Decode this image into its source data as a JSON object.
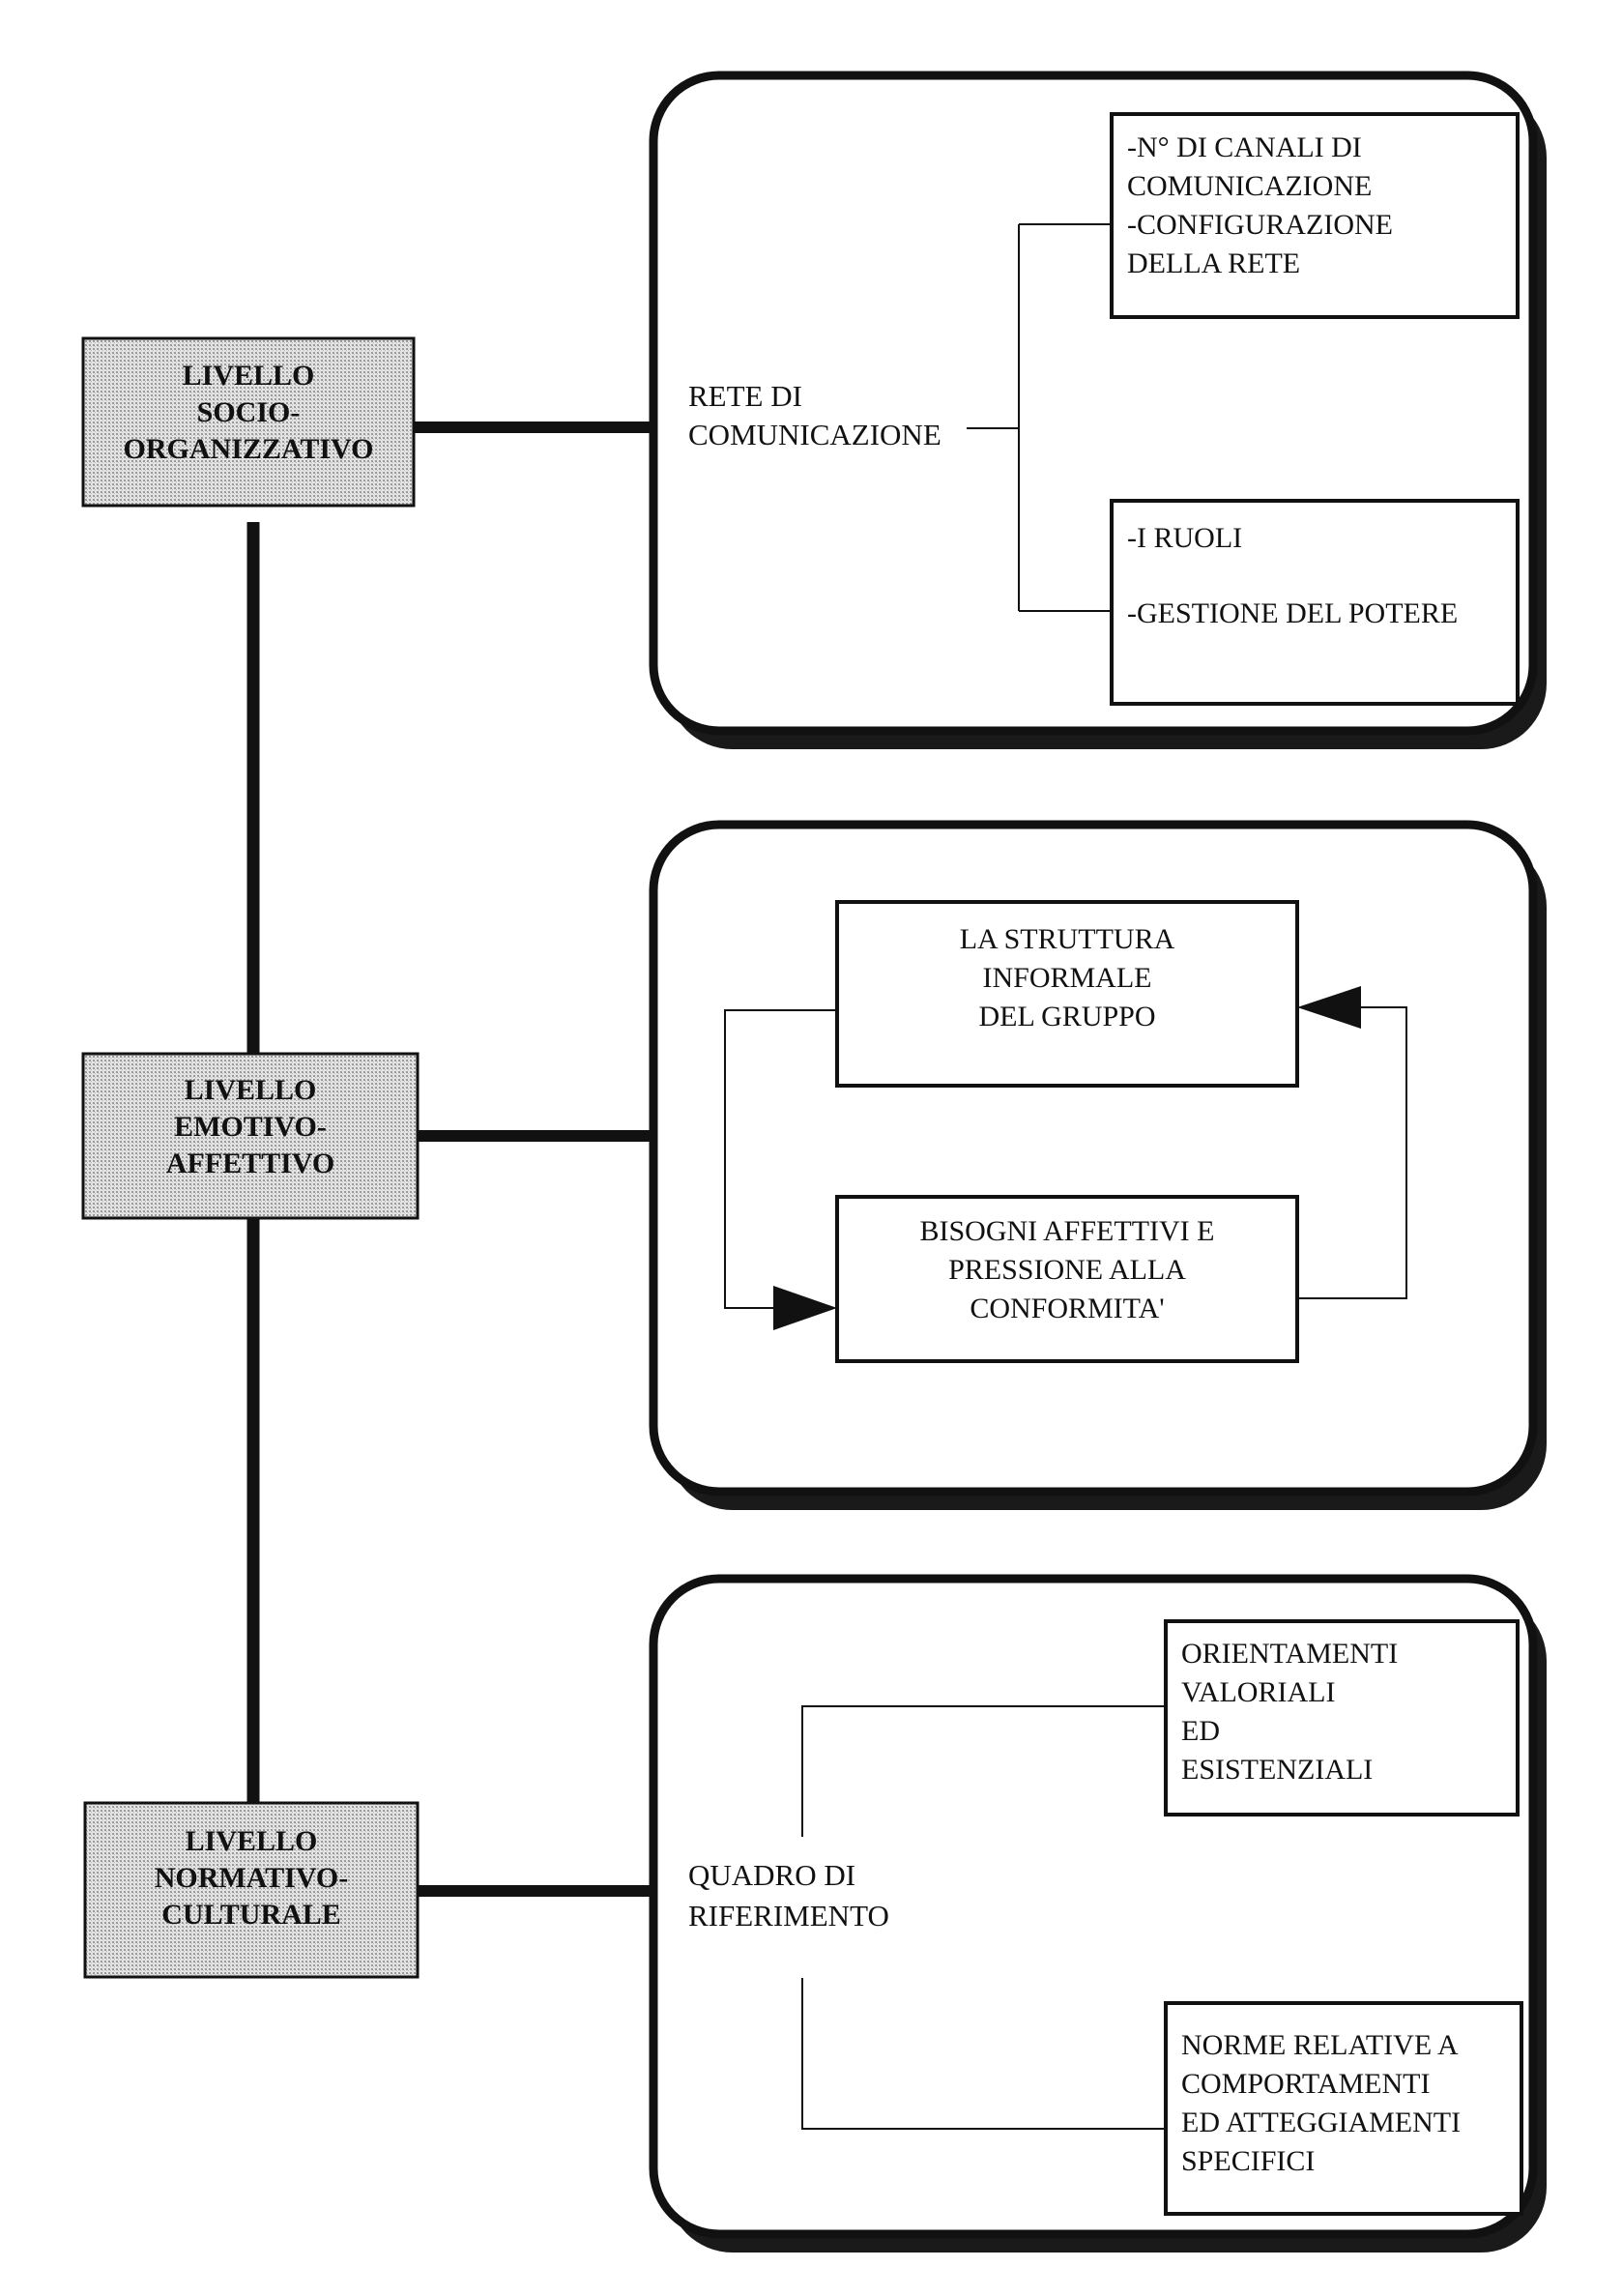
{
  "levels": {
    "socio": {
      "lines": [
        "LIVELLO",
        "SOCIO-",
        "ORGANIZZATIVO"
      ]
    },
    "emotivo": {
      "lines": [
        "LIVELLO",
        "EMOTIVO-",
        "AFFETTIVO"
      ]
    },
    "normativo": {
      "lines": [
        "LIVELLO",
        "NORMATIVO-",
        "CULTURALE"
      ]
    }
  },
  "panel_socio": {
    "label": [
      "RETE DI",
      "COMUNICAZIONE"
    ],
    "box_top": [
      "-N° DI CANALI DI",
      "COMUNICAZIONE",
      "-CONFIGURAZIONE",
      "DELLA RETE"
    ],
    "box_bottom": [
      "-I RUOLI",
      "-GESTIONE DEL POTERE"
    ]
  },
  "panel_emotivo": {
    "box_top": [
      "LA STRUTTURA",
      "INFORMALE",
      "DEL GRUPPO"
    ],
    "box_bottom": [
      "BISOGNI AFFETTIVI E",
      "PRESSIONE ALLA",
      "CONFORMITA'"
    ]
  },
  "panel_normativo": {
    "label": [
      "QUADRO DI",
      "RIFERIMENTO"
    ],
    "box_top": [
      "ORIENTAMENTI",
      "VALORIALI",
      "ED",
      "ESISTENZIALI"
    ],
    "box_bottom": [
      "NORME RELATIVE A",
      "COMPORTAMENTI",
      "ED ATTEGGIAMENTI",
      "SPECIFICI"
    ]
  },
  "colors": {
    "ink": "#111111",
    "shadow": "#1a1a1a",
    "level_fill": "#cfcfcf",
    "paper": "#ffffff"
  }
}
